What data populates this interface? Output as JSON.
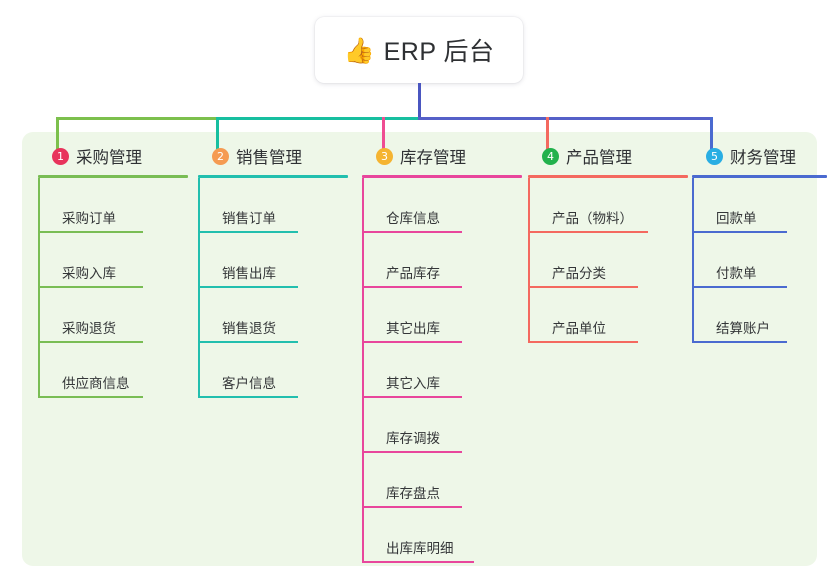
{
  "diagram": {
    "type": "mind-map",
    "root": {
      "icon": "thumbs-up-icon",
      "emoji": "👍",
      "title": "ERP 后台"
    },
    "panel_color": "#eef7e8",
    "stem_color": "#4a56c0",
    "bus_segments": [
      {
        "name": "bus-green",
        "color": "#7cc04d"
      },
      {
        "name": "bus-teal",
        "color": "#17bfa0"
      },
      {
        "name": "bus-blue",
        "color": "#5560c8"
      }
    ],
    "columns": [
      {
        "number": "1",
        "title": "采购管理",
        "badge_color": "#e8345c",
        "line_color": "#79bd54",
        "stub_color": "#7cc04d",
        "items": [
          {
            "label": "采购订单"
          },
          {
            "label": "采购入库"
          },
          {
            "label": "采购退货"
          },
          {
            "label": "供应商信息"
          }
        ]
      },
      {
        "number": "2",
        "title": "销售管理",
        "badge_color": "#f59b52",
        "line_color": "#22bfae",
        "stub_color": "#17bfa0",
        "items": [
          {
            "label": "销售订单"
          },
          {
            "label": "销售出库"
          },
          {
            "label": "销售退货"
          },
          {
            "label": "客户信息"
          }
        ]
      },
      {
        "number": "3",
        "title": "库存管理",
        "badge_color": "#f5b431",
        "line_color": "#e8469c",
        "stub_color": "#ef4d92",
        "items": [
          {
            "label": "仓库信息"
          },
          {
            "label": "产品库存"
          },
          {
            "label": "其它出库"
          },
          {
            "label": "其它入库"
          },
          {
            "label": "库存调拨"
          },
          {
            "label": "库存盘点"
          },
          {
            "label": "出库库明细"
          }
        ]
      },
      {
        "number": "4",
        "title": "产品管理",
        "badge_color": "#22b14c",
        "line_color": "#f4695f",
        "stub_color": "#f4695f",
        "items": [
          {
            "label": "产品（物料）"
          },
          {
            "label": "产品分类"
          },
          {
            "label": "产品单位"
          }
        ]
      },
      {
        "number": "5",
        "title": "财务管理",
        "badge_color": "#29aee3",
        "line_color": "#4a6ad0",
        "stub_color": "#4a6ad0",
        "items": [
          {
            "label": "回款单"
          },
          {
            "label": "付款单"
          },
          {
            "label": "结算账户"
          }
        ]
      }
    ]
  }
}
